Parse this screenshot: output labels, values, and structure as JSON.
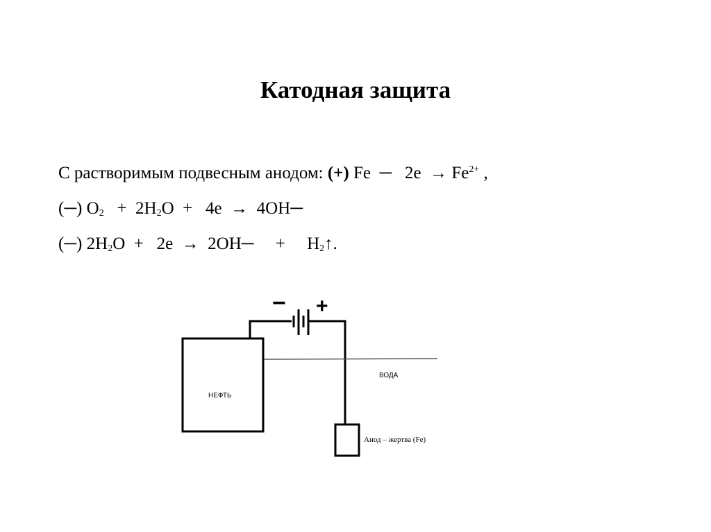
{
  "title": "Катодная защита",
  "line1": {
    "prefix": "С растворимым подвесным анодом: ",
    "sign": "(+)",
    "eq_a": " Fe  ─   2e  → Fe",
    "sup": "2+",
    "tail": " ,"
  },
  "line2": {
    "sign": "(─)",
    "a": " O",
    "sub1": "2",
    "b": "   +  2H",
    "sub2": "2",
    "c": "O  +   4e  →  4OH─"
  },
  "line3": {
    "sign": "(─)",
    "a": " 2H",
    "sub1": "2",
    "b": "O  +   2e  →  2OH─     +     H",
    "sub2": "2",
    "c": "↑."
  },
  "diagram": {
    "minus": "−",
    "plus": "+",
    "oil_label": "НЕФТЬ",
    "water_label": "ВОДА",
    "anode_label": "Анод – жертва (Fe)"
  }
}
